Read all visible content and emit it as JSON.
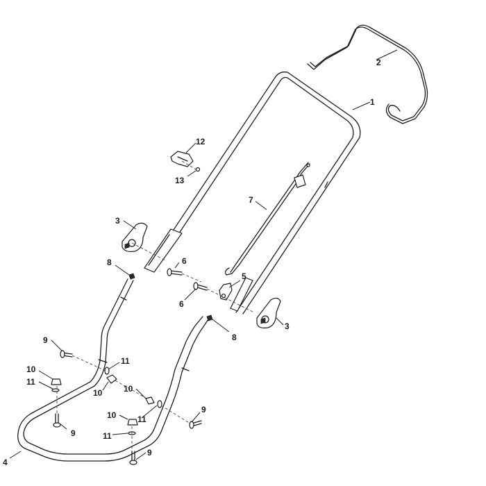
{
  "callouts": [
    {
      "id": "c1",
      "text": "1"
    },
    {
      "id": "c2",
      "text": "2"
    },
    {
      "id": "c3a",
      "text": "3"
    },
    {
      "id": "c3b",
      "text": "3"
    },
    {
      "id": "c4",
      "text": "4"
    },
    {
      "id": "c5",
      "text": "5"
    },
    {
      "id": "c6a",
      "text": "6"
    },
    {
      "id": "c6b",
      "text": "6"
    },
    {
      "id": "c7",
      "text": "7"
    },
    {
      "id": "c8a",
      "text": "8"
    },
    {
      "id": "c8b",
      "text": "8"
    },
    {
      "id": "c9a",
      "text": "9"
    },
    {
      "id": "c9b",
      "text": "9"
    },
    {
      "id": "c9c",
      "text": "9"
    },
    {
      "id": "c9d",
      "text": "9"
    },
    {
      "id": "c10a",
      "text": "10"
    },
    {
      "id": "c10b",
      "text": "10"
    },
    {
      "id": "c10c",
      "text": "10"
    },
    {
      "id": "c10d",
      "text": "10"
    },
    {
      "id": "c11a",
      "text": "11"
    },
    {
      "id": "c11b",
      "text": "11"
    },
    {
      "id": "c11c",
      "text": "11"
    },
    {
      "id": "c11d",
      "text": "11"
    },
    {
      "id": "c12",
      "text": "12"
    },
    {
      "id": "c13",
      "text": "13"
    }
  ]
}
